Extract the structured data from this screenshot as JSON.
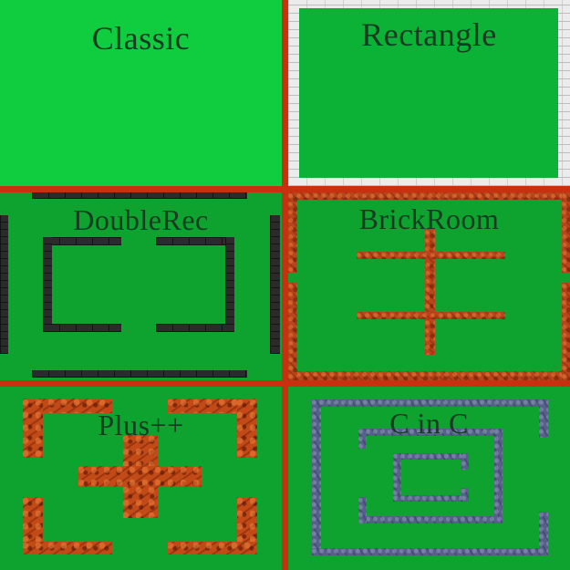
{
  "levels": [
    {
      "id": "classic",
      "title": "Classic"
    },
    {
      "id": "rectangle",
      "title": "Rectangle"
    },
    {
      "id": "doublerec",
      "title": "DoubleRec"
    },
    {
      "id": "brickroom",
      "title": "BrickRoom"
    },
    {
      "id": "plus",
      "title": "Plus++"
    },
    {
      "id": "cinc",
      "title": "C in C"
    }
  ],
  "colors": {
    "divider": "#c8300f",
    "classic_bg": "#10cd3f",
    "rectangle_bg": "#0cb236",
    "field_bg": "#0ea22e",
    "title_text": "#173a22"
  }
}
